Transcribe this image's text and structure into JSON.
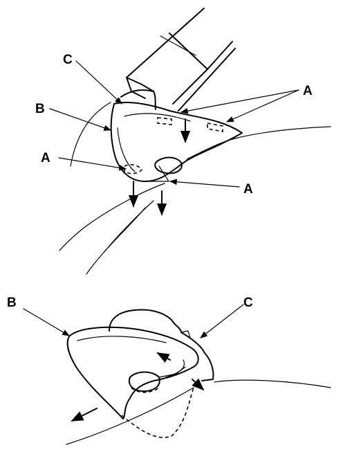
{
  "labels": {
    "top": {
      "c": "C",
      "b": "B",
      "a_upper_right": "A",
      "a_left": "A",
      "a_lower_right": "A"
    },
    "bottom": {
      "b": "B",
      "c": "C"
    }
  }
}
